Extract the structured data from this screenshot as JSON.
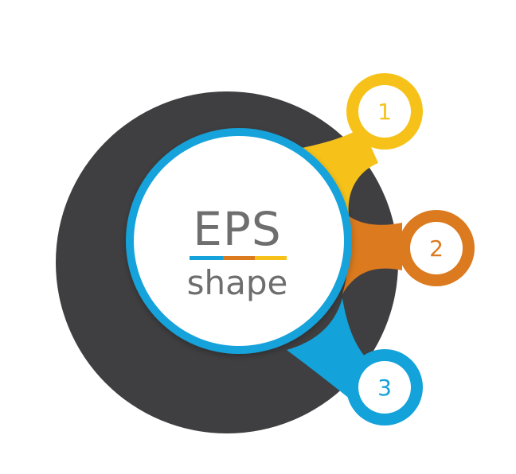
{
  "center": {
    "title": "EPS",
    "subtitle": "shape"
  },
  "nodes": [
    {
      "label": "1",
      "color": "#F6C21A"
    },
    {
      "label": "2",
      "color": "#DB7A1E"
    },
    {
      "label": "3",
      "color": "#14A2DA"
    }
  ],
  "colors": {
    "ring": "#3F3F41",
    "center_fill": "#FFFFFF",
    "center_border": "#14A2DA",
    "title_text": "#6E6E6E",
    "underline": [
      "#14A2DA",
      "#DB7A1E",
      "#F6C21A"
    ]
  }
}
